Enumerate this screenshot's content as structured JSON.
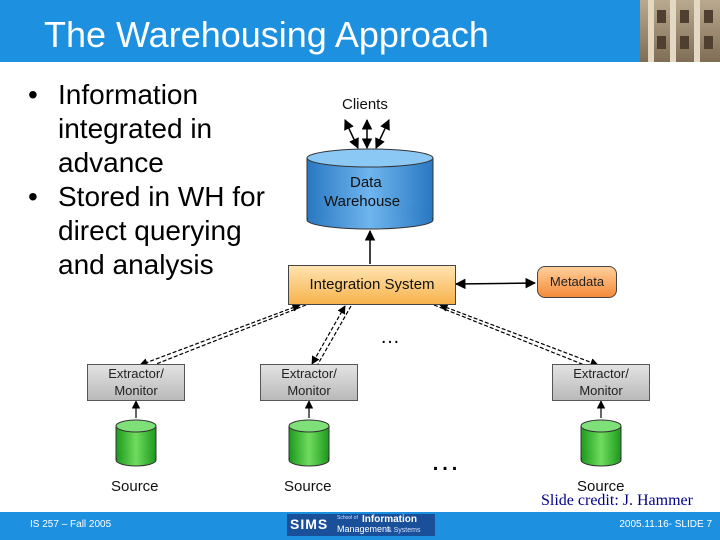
{
  "slide": {
    "title": "The Warehousing Approach",
    "bullets": [
      "Information integrated in advance",
      "Stored in WH for direct querying and analysis"
    ],
    "bullet_symbol": "•"
  },
  "diagram": {
    "clients_label": "Clients",
    "warehouse_label_line1": "Data",
    "warehouse_label_line2": "Warehouse",
    "integration_label": "Integration System",
    "metadata_label": "Metadata",
    "ellipsis": "…",
    "extractors": [
      {
        "line1": "Extractor/",
        "line2": "Monitor"
      },
      {
        "line1": "Extractor/",
        "line2": "Monitor"
      },
      {
        "line1": "Extractor/",
        "line2": "Monitor"
      }
    ],
    "sources": [
      "Source",
      "Source",
      "Source"
    ],
    "source_color": "#2db52d",
    "warehouse_color": "#3a8fd8"
  },
  "credit": "Slide credit: J. Hammer",
  "footer": {
    "left": "IS 257 – Fall 2005",
    "right": "2005.11.16- SLIDE 7",
    "logo_sims": "SIMS",
    "logo_school": "School of",
    "logo_information": "Information",
    "logo_management": "Management",
    "logo_systems": "& Systems"
  },
  "colors": {
    "header": "#1e90e0",
    "credit": "#00008b",
    "integration": "#f7b34c",
    "metadata": "#f58a3a"
  }
}
